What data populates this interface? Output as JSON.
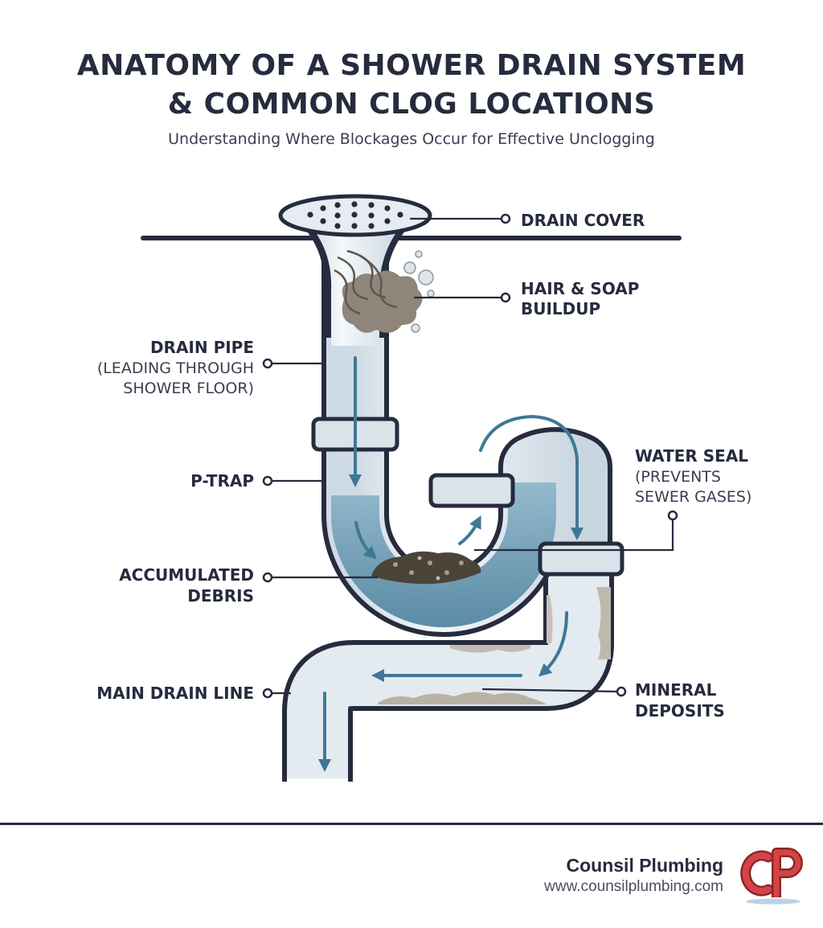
{
  "header": {
    "title_line1": "ANATOMY OF A SHOWER DRAIN SYSTEM",
    "title_line2": "& COMMON CLOG LOCATIONS",
    "subtitle": "Understanding Where Blockages Occur for Effective Unclogging"
  },
  "labels": {
    "drain_cover": "DRAIN COVER",
    "hair_soap_1": "HAIR & SOAP",
    "hair_soap_2": "BUILDUP",
    "drain_pipe_1": "DRAIN PIPE",
    "drain_pipe_2": "(LEADING THROUGH",
    "drain_pipe_3": "SHOWER FLOOR)",
    "p_trap": "P-TRAP",
    "water_seal_1": "WATER SEAL",
    "water_seal_2": "(PREVENTS",
    "water_seal_3": "SEWER GASES)",
    "debris_1": "ACCUMULATED",
    "debris_2": "DEBRIS",
    "main_drain": "MAIN DRAIN LINE",
    "mineral_1": "MINERAL",
    "mineral_2": "DEPOSITS"
  },
  "footer": {
    "brand_name": "Counsil Plumbing",
    "brand_url": "www.counsilplumbing.com",
    "logo_letters": "CP"
  },
  "colors": {
    "outline": "#262b3e",
    "pipe_fill": "#e3ebf1",
    "water": "#5f91ac",
    "arrow": "#3f7894",
    "debris": "#7d7165",
    "logo_red": "#c0393b"
  }
}
